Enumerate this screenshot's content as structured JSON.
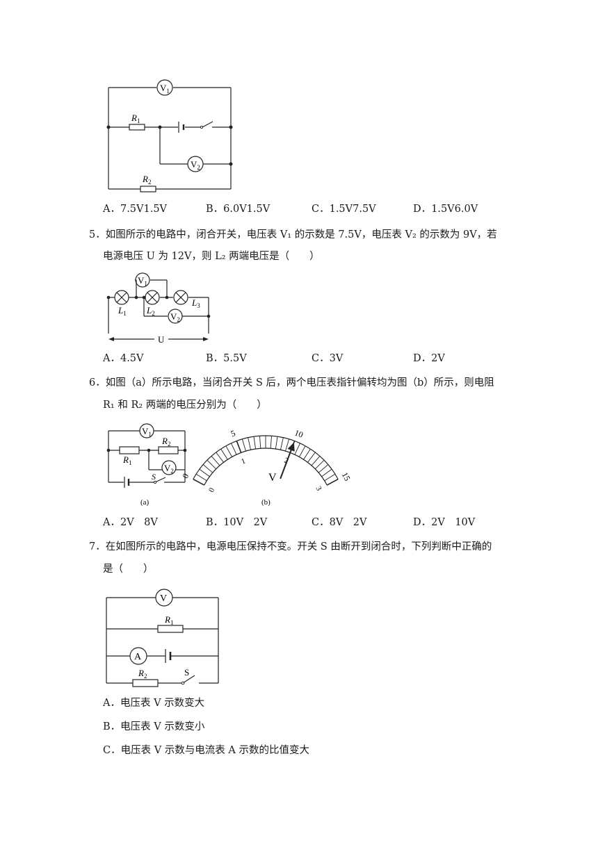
{
  "q4": {
    "options": [
      "A．7.5V1.5V",
      "B．6.0V1.5V",
      "C．1.5V7.5V",
      "D．1.5V6.0V"
    ],
    "fig": {
      "v1": "V",
      "v1_sub": "1",
      "v2": "V",
      "v2_sub": "2",
      "r1": "R",
      "r1_sub": "1",
      "r2": "R",
      "r2_sub": "2"
    }
  },
  "q5": {
    "line1": "5．如图所示的电路中，闭合开关，电压表 V₁ 的示数是 7.5V，电压表 V₂ 的示数为 9V，若",
    "line2": "电源电压 U 为 12V，则 L₂ 两端电压是（　　）",
    "options": [
      "A．4.5V",
      "B．5.5V",
      "C．3V",
      "D．2V"
    ],
    "fig": {
      "v1": "V",
      "v1_sub": "1",
      "v2": "V",
      "v2_sub": "2",
      "l1": "L",
      "l1_sub": "1",
      "l2": "L",
      "l2_sub": "2",
      "l3": "L",
      "l3_sub": "3",
      "u": "U"
    }
  },
  "q6": {
    "line1": "6．如图（a）所示电路，当闭合开关 S 后，两个电压表指针偏转均为图（b）所示，则电阻",
    "line2": "R₁ 和 R₂ 两端的电压分别为（　　）",
    "options": [
      "A．2V　8V",
      "B．10V　2V",
      "C．8V　2V",
      "D．2V　10V"
    ],
    "fig_a": {
      "v1": "V",
      "v1_sub": "1",
      "v2": "V",
      "v2_sub": "2",
      "r1": "R",
      "r1_sub": "1",
      "r2": "R",
      "r2_sub": "2",
      "s": "S",
      "caption": "(a)"
    },
    "fig_b": {
      "outer_ticks": [
        "0",
        "5",
        "10",
        "15"
      ],
      "inner_ticks": [
        "0",
        "1",
        "2",
        "3"
      ],
      "unit": "V",
      "caption": "(b)"
    }
  },
  "q7": {
    "line1": "7．在如图所示的电路中，电源电压保持不变。开关 S 由断开到闭合时，下列判断中正确的",
    "line2": "是（　　）",
    "fig": {
      "v": "V",
      "a": "A",
      "r1": "R",
      "r1_sub": "1",
      "r2": "R",
      "r2_sub": "2",
      "s": "S"
    },
    "options": [
      "A．电压表 V 示数变大",
      "B．电压表 V 示数变小",
      "C．电压表 V 示数与电流表 A 示数的比值变大"
    ]
  }
}
